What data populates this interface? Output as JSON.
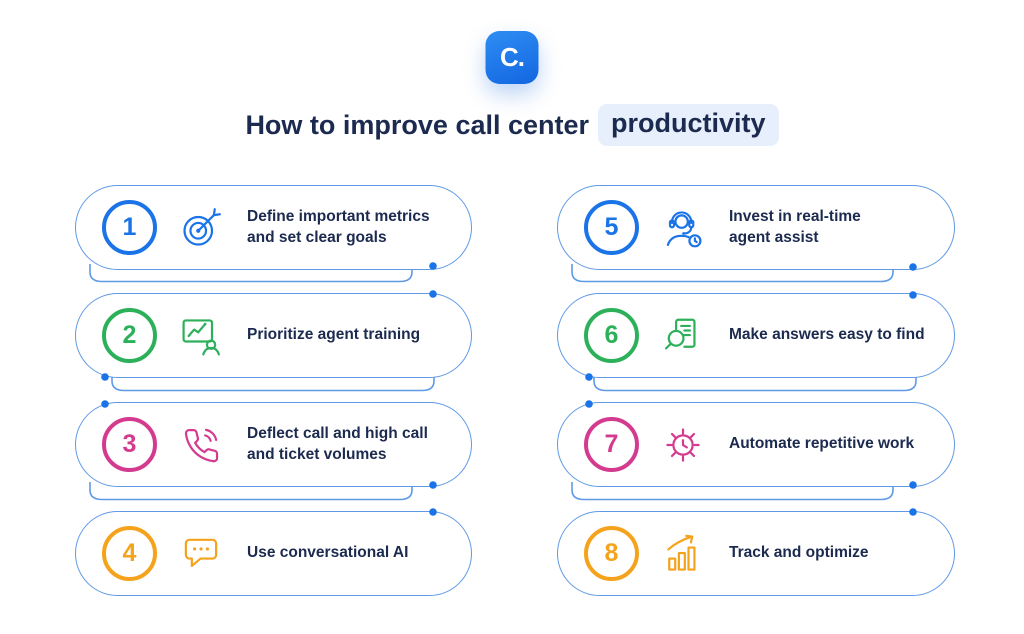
{
  "page": {
    "title": "How to improve call center",
    "title_highlight": "productivity"
  },
  "logo": {
    "text": "C."
  },
  "colors": {
    "blue": "#1b73e8",
    "green": "#2cb05a",
    "pink": "#d43b8f",
    "orange": "#f5a21c",
    "navy": "#1b2a4e",
    "pill_border": "#5f9ae6",
    "highlight_bg": "#e6effb",
    "dot": "#1b73e8",
    "connector": "#5f9ae6"
  },
  "steps": [
    {
      "number": "1",
      "label": "Define important metrics and set clear goals",
      "icon": "target-icon",
      "color": "#1b73e8"
    },
    {
      "number": "2",
      "label": "Prioritize agent training",
      "icon": "training-chart-icon",
      "color": "#2cb05a"
    },
    {
      "number": "3",
      "label": "Deflect call and high call and ticket volumes",
      "icon": "phone-icon",
      "color": "#d43b8f"
    },
    {
      "number": "4",
      "label": "Use conversational AI",
      "icon": "chat-bubble-icon",
      "color": "#f5a21c"
    },
    {
      "number": "5",
      "label": "Invest in real-time agent assist",
      "icon": "headset-agent-icon",
      "color": "#1b73e8"
    },
    {
      "number": "6",
      "label": "Make answers easy to find",
      "icon": "search-document-icon",
      "color": "#2cb05a"
    },
    {
      "number": "7",
      "label": "Automate repetitive work",
      "icon": "gear-clock-icon",
      "color": "#d43b8f"
    },
    {
      "number": "8",
      "label": "Track and optimize",
      "icon": "bar-chart-arrow-icon",
      "color": "#f5a21c"
    }
  ]
}
